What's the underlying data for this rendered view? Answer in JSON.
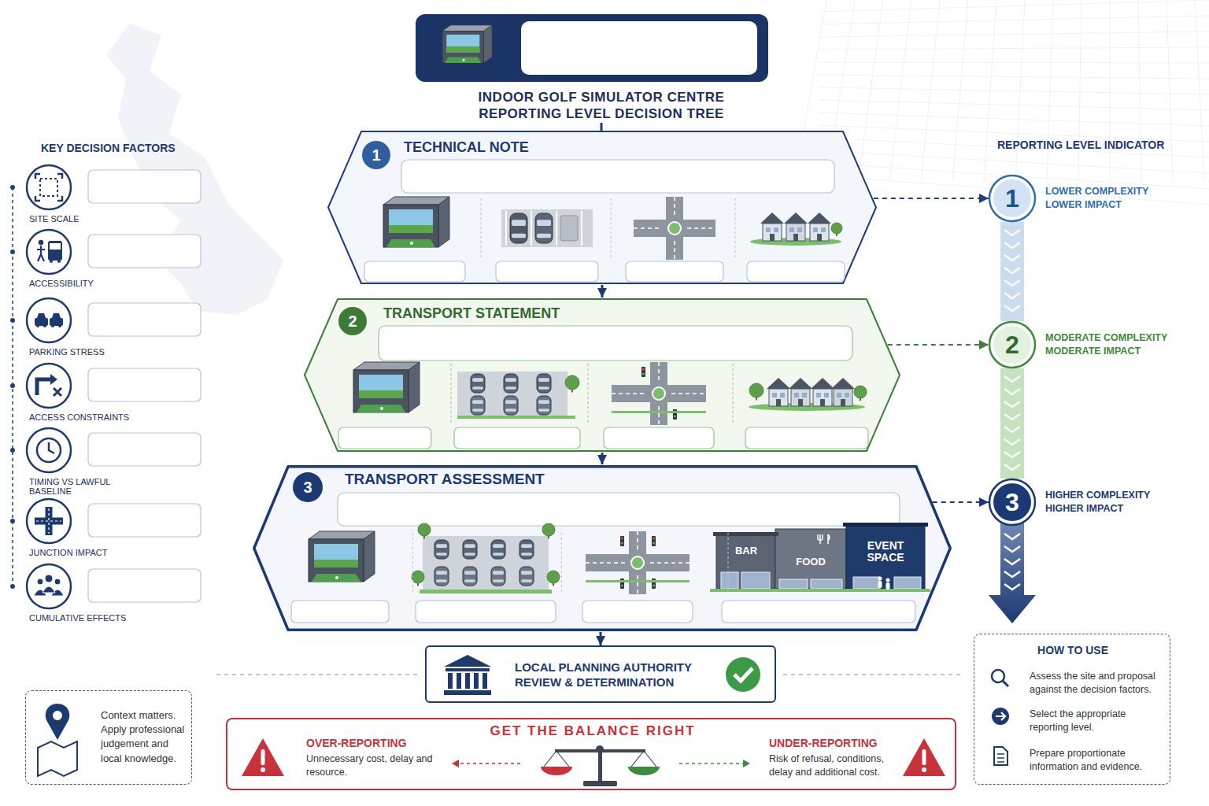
{
  "diagram": {
    "title": "INDOOR GOLF SIMULATOR CENTRE REPORTING LEVEL DECISION TREE",
    "nodes": [
      {
        "text": [
          "TECHNICAL NOTE"
        ]
      },
      {
        "text": [
          "1"
        ],
        "in": 0
      },
      {
        "text": [
          "TRANSPORT STATEMENT"
        ]
      },
      {
        "text": [
          "2"
        ],
        "in": 2
      },
      {
        "text": [
          "TRANSPORT ASSESSMENT"
        ]
      },
      {
        "text": [
          "3"
        ],
        "in": 4
      },
      {
        "text": [
          "LOCAL PLANNING AUTHORITY REVIEW & DETERMINATION"
        ]
      },
      {
        "text": [
          "1",
          "LOWER COMPLEXITY LOWER IMPACT"
        ]
      },
      {
        "text": [
          "2",
          "MODERATE COMPLEXITY MODERATE IMPACT"
        ]
      },
      {
        "text": [
          "3",
          "HIGHER COMPLEXITY HIGHER IMPACT"
        ]
      },
      {
        "text": [
          "SITE SCALE"
        ]
      },
      {
        "text": [
          "ACCESSIBILITY"
        ]
      },
      {
        "text": [
          "PARKING STRESS"
        ]
      },
      {
        "text": [
          "ACCESS CONSTRAINTS"
        ]
      },
      {
        "text": [
          "TIMING VS LAWFUL BASELINE"
        ]
      },
      {
        "text": [
          "JUNCTION IMPACT"
        ]
      },
      {
        "text": [
          "CUMULATIVE EFFECTS"
        ]
      },
      {
        "text": [
          "Context matters. Apply professional judgement and local knowledge."
        ]
      },
      {
        "text": [
          "GET THE BALANCE RIGHT",
          "OVER-REPORTING",
          "Unnecessary cost, delay and resource.",
          "UNDER-REPORTING",
          "Risk of refusal, conditions, delay and additional cost."
        ]
      },
      {
        "text": [
          "HOW TO USE",
          "Assess the site and proposal against the decision factors.",
          "Select the appropriate reporting level.",
          "Prepare proportionate information and evidence."
        ]
      }
    ],
    "edges": [
      {
        "from": 0,
        "to": 2,
        "arrow": "to"
      },
      {
        "from": 2,
        "to": 4,
        "arrow": "to"
      },
      {
        "from": 4,
        "to": 6,
        "arrow": "to"
      },
      {
        "from": 0,
        "to": 7,
        "arrow": "to"
      },
      {
        "from": 2,
        "to": 8,
        "arrow": "to"
      },
      {
        "from": 4,
        "to": 9,
        "arrow": "to"
      },
      {
        "from": 7,
        "to": 8,
        "arrow": "none"
      },
      {
        "from": 8,
        "to": 9,
        "arrow": "none"
      }
    ],
    "labels": [
      "KEY DECISION FACTORS",
      "REPORTING LEVEL INDICATOR",
      "BAR",
      "FOOD",
      "EVENT SPACE"
    ]
  }
}
